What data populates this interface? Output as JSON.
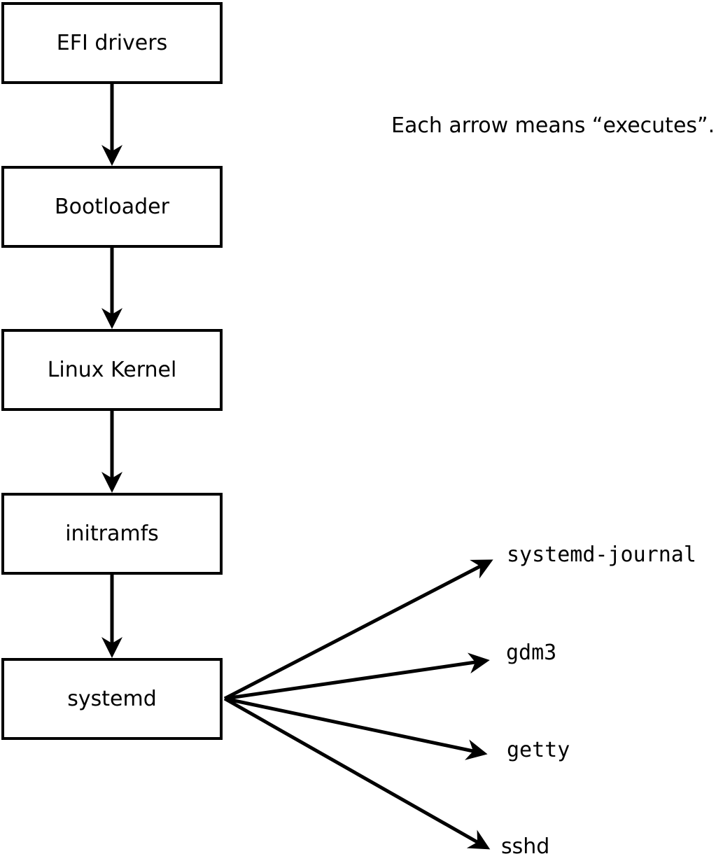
{
  "colors": {
    "line": "#000000",
    "box_fill": "#ffffff",
    "background": "#ffffff",
    "text": "#000000"
  },
  "annotation": {
    "text": "Each arrow means “executes”."
  },
  "boot_chain": {
    "nodes": [
      {
        "id": "efi-drivers",
        "label": "EFI drivers"
      },
      {
        "id": "bootloader",
        "label": "Bootloader"
      },
      {
        "id": "linux-kernel",
        "label": "Linux Kernel"
      },
      {
        "id": "initramfs",
        "label": "initramfs"
      },
      {
        "id": "systemd",
        "label": "systemd"
      }
    ]
  },
  "spawned_processes": [
    {
      "id": "systemd-journal",
      "label": "systemd-journal"
    },
    {
      "id": "gdm3",
      "label": "gdm3"
    },
    {
      "id": "getty",
      "label": "getty"
    },
    {
      "id": "sshd",
      "label": "sshd"
    }
  ],
  "edges": {
    "chain": [
      {
        "from": "EFI drivers",
        "to": "Bootloader"
      },
      {
        "from": "Bootloader",
        "to": "Linux Kernel"
      },
      {
        "from": "Linux Kernel",
        "to": "initramfs"
      },
      {
        "from": "initramfs",
        "to": "systemd"
      }
    ],
    "fan_out": [
      {
        "from": "systemd",
        "to": "systemd-journal"
      },
      {
        "from": "systemd",
        "to": "gdm3"
      },
      {
        "from": "systemd",
        "to": "getty"
      },
      {
        "from": "systemd",
        "to": "sshd"
      }
    ]
  }
}
